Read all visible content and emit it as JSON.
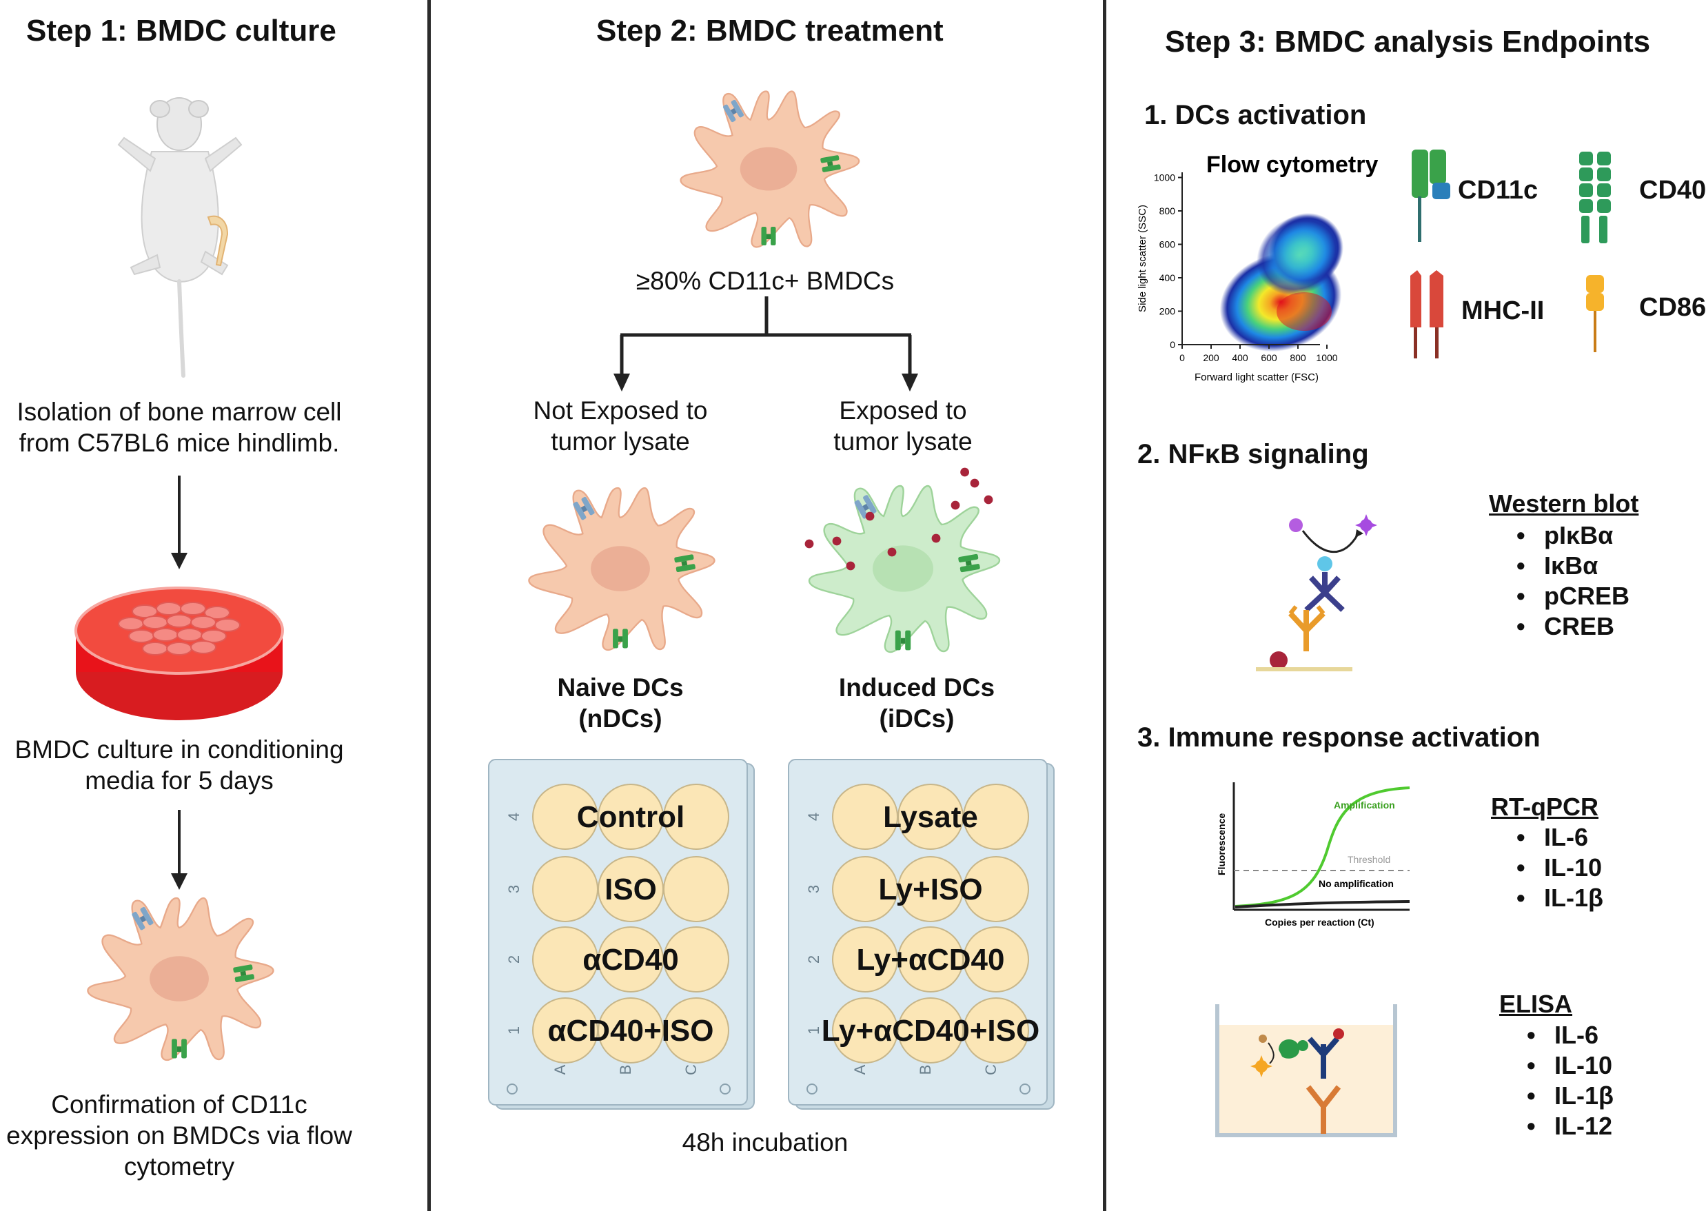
{
  "step1": {
    "title": "Step 1: BMDC culture",
    "isolation_text": [
      "Isolation of bone marrow cell",
      "from C57BL6 mice hindlimb."
    ],
    "culture_text": [
      "BMDC culture in conditioning",
      "media for 5 days"
    ],
    "confirmation_text": [
      "Confirmation of CD11c",
      "expression on BMDCs via flow",
      "cytometry"
    ]
  },
  "step2": {
    "title": "Step 2: BMDC treatment",
    "purity_text": "≥80% CD11c+ BMDCs",
    "branch_left": [
      "Not Exposed to",
      "tumor lysate"
    ],
    "branch_right": [
      "Exposed to",
      "tumor lysate"
    ],
    "naive": [
      "Naive DCs",
      "(nDCs)"
    ],
    "induced": [
      "Induced DCs",
      "(iDCs)"
    ],
    "plate_left_labels": [
      "Control",
      "ISO",
      "αCD40",
      "αCD40+ISO"
    ],
    "plate_right_labels": [
      "Lysate",
      "Ly+ISO",
      "Ly+αCD40",
      "Ly+αCD40+ISO"
    ],
    "row_numbers": [
      "4",
      "3",
      "2",
      "1"
    ],
    "col_letters": [
      "A",
      "B",
      "C"
    ],
    "incubation": "48h incubation"
  },
  "step3": {
    "title": "Step 3: BMDC analysis Endpoints",
    "activation": {
      "heading": "1.  DCs activation",
      "flow_title": "Flow cytometry",
      "y_axis_label": "Side light scatter (SSC)",
      "x_axis_label": "Forward light scatter (FSC)",
      "y_ticks": [
        "1000",
        "800",
        "600",
        "400",
        "200",
        "0"
      ],
      "x_ticks": [
        "0",
        "200",
        "400",
        "600",
        "800",
        "1000"
      ],
      "markers": [
        "CD11c",
        "CD40",
        "MHC-II",
        "CD86"
      ]
    },
    "nfkb": {
      "heading": "2. NFκB signaling",
      "method": "Western blot",
      "items": [
        "pIκBα",
        "IκBα",
        "pCREB",
        "CREB"
      ]
    },
    "immune": {
      "heading": "3. Immune response activation",
      "pcr_method": "RT-qPCR",
      "pcr_items": [
        "IL-6",
        "IL-10",
        "IL-1β"
      ],
      "pcr_ylabel": "Fluorescence",
      "pcr_xlabel": "Copies per reaction (Ct)",
      "pcr_amp": "Amplification",
      "pcr_threshold": "Threshold",
      "pcr_noamp": "No amplification",
      "elisa_method": "ELISA",
      "elisa_items": [
        "IL-6",
        "IL-10",
        "IL-1β",
        "IL-12"
      ]
    }
  },
  "colors": {
    "cell_naive": "#f6c9ad",
    "cell_induced": "#cdeccb",
    "well": "#fbe6b6",
    "plate": "#d8e7ee",
    "dish_red": "#e8131a",
    "receptor_green": "#3aa24a",
    "receptor_blue": "#7fa6c9",
    "lysate_dot": "#a8243a"
  }
}
